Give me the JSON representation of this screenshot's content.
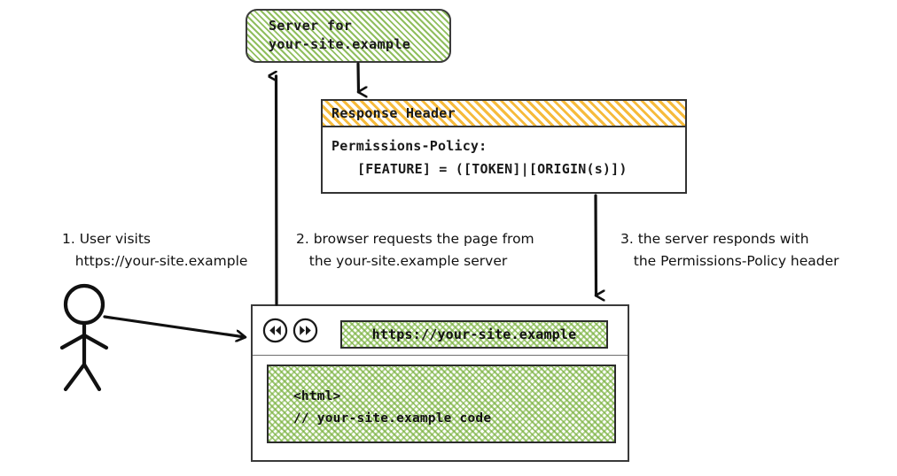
{
  "diagram": {
    "title": "Permissions-Policy response header flow",
    "colors": {
      "hatch_green": "#7cb342",
      "hatch_orange": "#f5b731",
      "stroke": "#333333",
      "background": "#ffffff"
    }
  },
  "server_node": {
    "label_line1": "Server for",
    "label_line2": "your-site.example",
    "fill": "hatched-green"
  },
  "response_header_card": {
    "title": "Response Header",
    "title_fill": "hatched-orange",
    "body_line1": "Permissions-Policy:",
    "body_line2": "[FEATURE] = ([TOKEN]|[ORIGIN(s)])"
  },
  "browser": {
    "back_icon": "rewind-circle-icon",
    "forward_icon": "fast-forward-circle-icon",
    "url_value": "https://your-site.example",
    "url_placeholder": "https://your-site.example",
    "page_code_line1": "<html>",
    "page_code_line2": "// your-site.example code"
  },
  "actor": {
    "icon": "stick-figure-user-icon"
  },
  "annotations": [
    {
      "number": "1.",
      "line1": "1. User visits",
      "line2": "   https://your-site.example"
    },
    {
      "number": "2.",
      "line1": "2. browser requests the page from",
      "line2": "   the your-site.example server"
    },
    {
      "number": "3.",
      "line1": "3. the server responds with",
      "line2": "   the Permissions-Policy header"
    }
  ],
  "arrows": [
    {
      "name": "browser-to-server-arrow",
      "direction": "up"
    },
    {
      "name": "server-to-response-header-arrow",
      "direction": "down"
    },
    {
      "name": "response-header-to-browser-arrow",
      "direction": "down"
    },
    {
      "name": "user-to-browser-arrow",
      "direction": "right"
    }
  ]
}
